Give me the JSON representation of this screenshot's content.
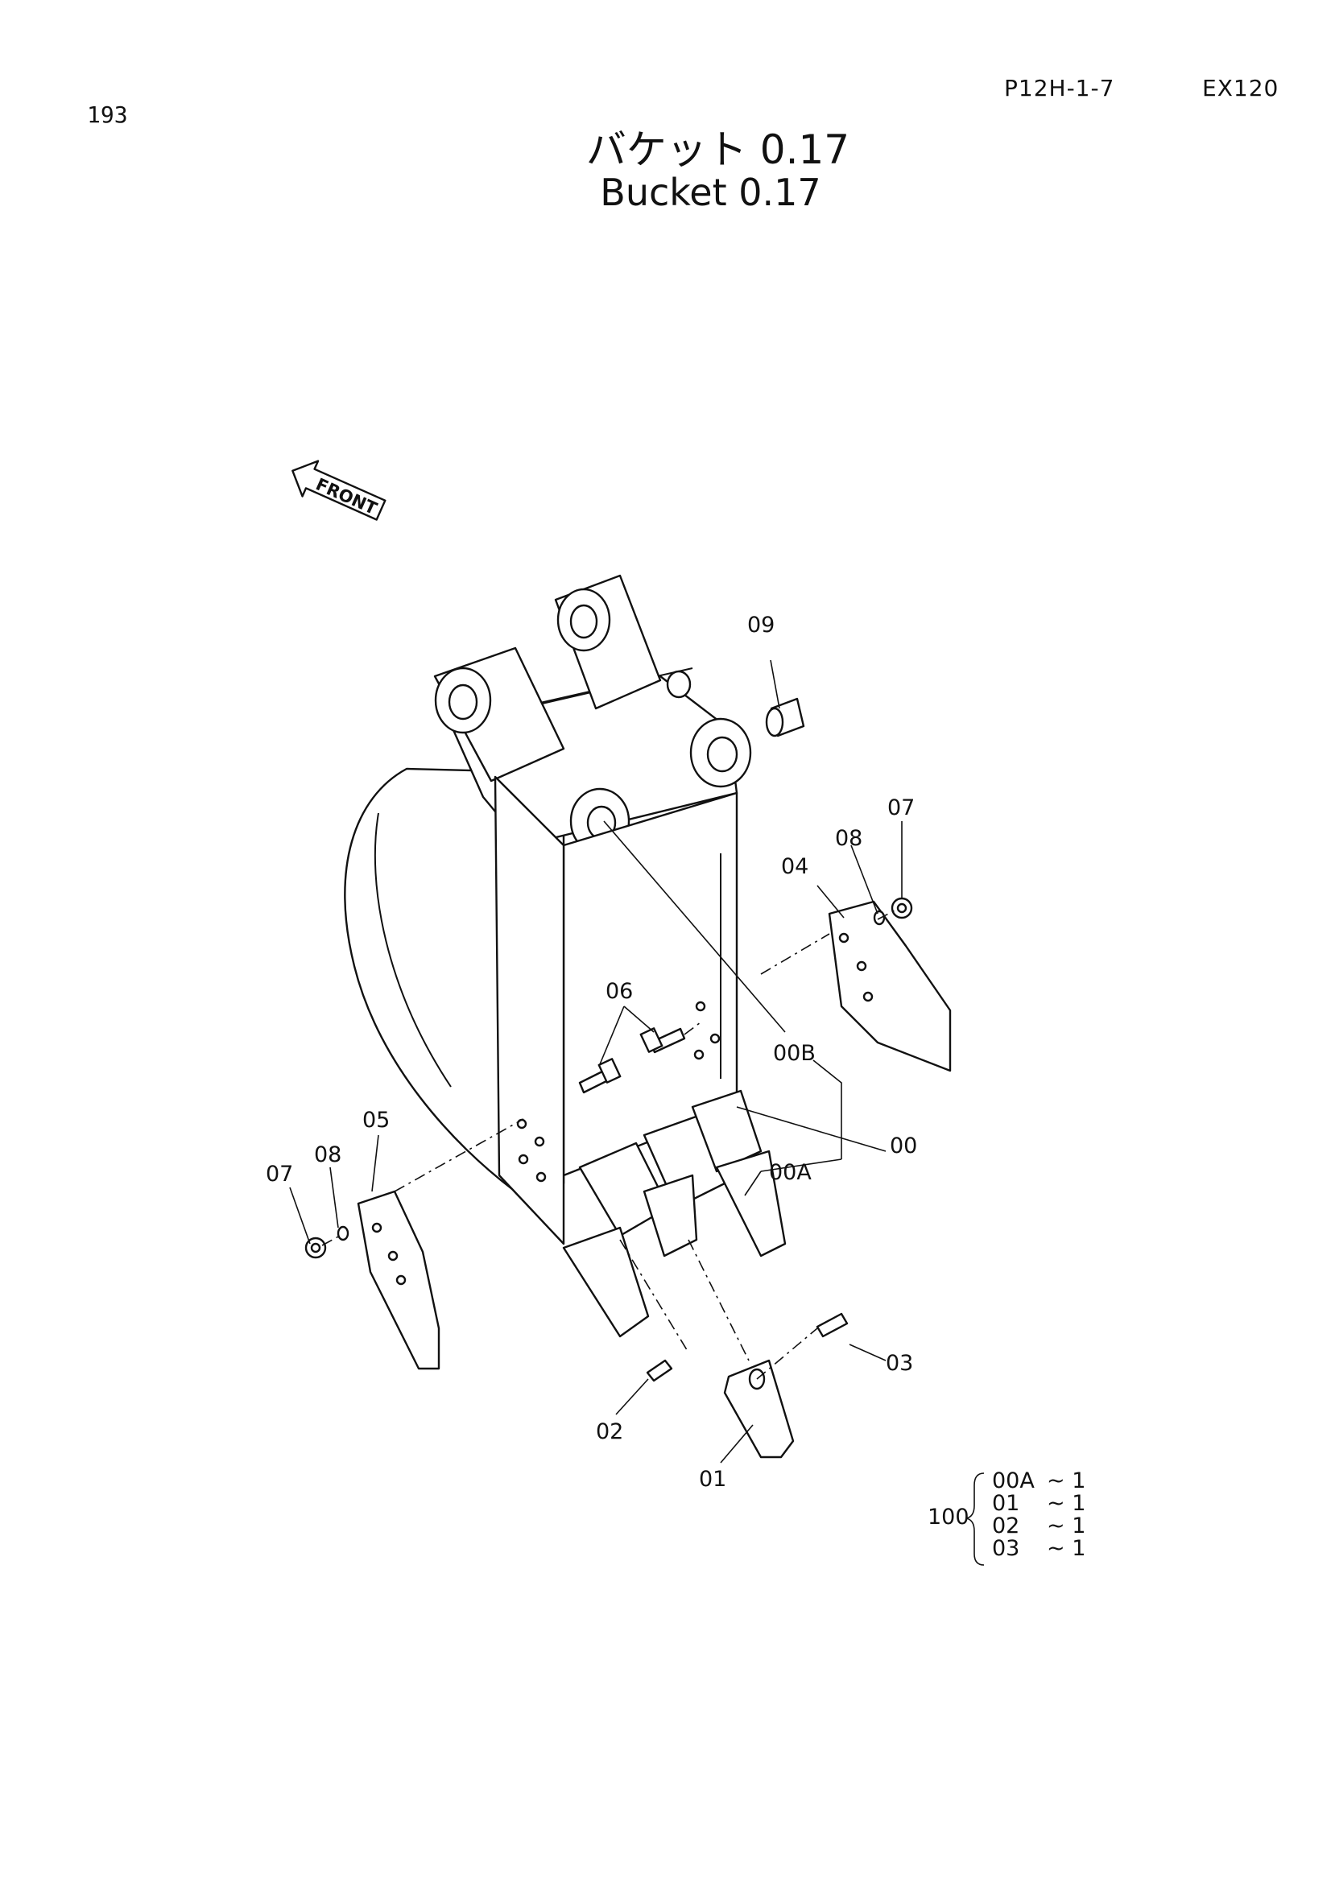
{
  "header": {
    "page_number": "193",
    "ref_code": "P12H-1-7",
    "model": "EX120"
  },
  "title": {
    "japanese": "バケット 0.17",
    "english": "Bucket 0.17"
  },
  "front_indicator": "FRONT",
  "callouts": {
    "c09": "09",
    "c07r": "07",
    "c08r": "08",
    "c04": "04",
    "c06": "06",
    "c00B": "00B",
    "c00": "00",
    "c00A": "00A",
    "c05": "05",
    "c08l": "08",
    "c07l": "07",
    "c03": "03",
    "c02": "02",
    "c01": "01"
  },
  "kit": {
    "label": "100",
    "items": [
      {
        "part": "00A",
        "qty": "~ 1"
      },
      {
        "part": "01",
        "qty": "~ 1"
      },
      {
        "part": "02",
        "qty": "~ 1"
      },
      {
        "part": "03",
        "qty": "~ 1"
      }
    ]
  }
}
